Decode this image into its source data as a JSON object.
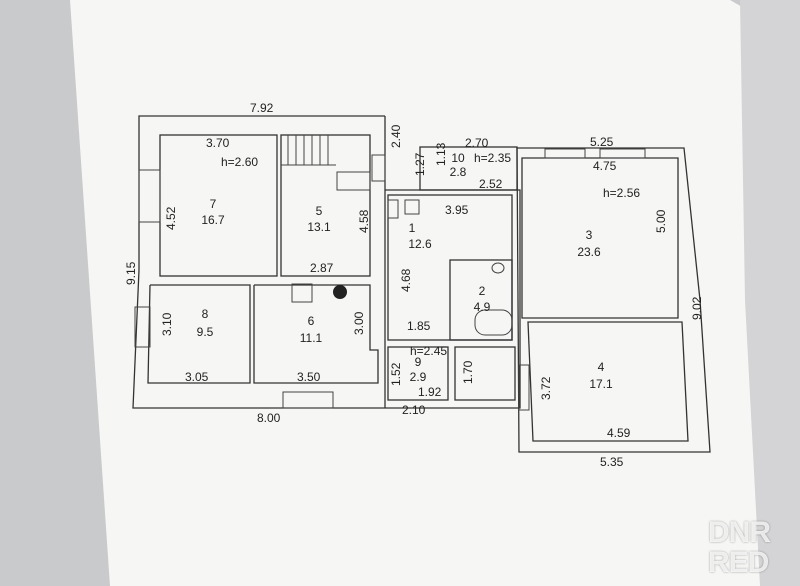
{
  "plan": {
    "rooms": [
      {
        "number": "1",
        "area": "12.6"
      },
      {
        "number": "2",
        "area": "4.9"
      },
      {
        "number": "3",
        "area": "23.6"
      },
      {
        "number": "4",
        "area": "17.1"
      },
      {
        "number": "5",
        "area": "13.1"
      },
      {
        "number": "6",
        "area": "11.1"
      },
      {
        "number": "7",
        "area": "16.7"
      },
      {
        "number": "8",
        "area": "9.5"
      },
      {
        "number": "9",
        "area": "2.9"
      },
      {
        "number": "10",
        "area": "2.8"
      }
    ],
    "heights": {
      "main": "h=2.60",
      "room3": "h=2.56",
      "room10": "h=2.35",
      "room9": "h=2.45"
    },
    "dimensions": {
      "top_left": "7.92",
      "room7_top": "3.70",
      "room7_side": "4.52",
      "left_total": "9.15",
      "room5_side": "4.58",
      "room5_bottom": "2.87",
      "stair": "2.40",
      "room8_side": "3.10",
      "room8_bottom": "3.05",
      "room6_bottom": "3.50",
      "room6_side": "3.00",
      "bottom_left": "8.00",
      "room10_top": "2.70",
      "room10_outer": "1.27",
      "room10_side": "1.13",
      "room10_bottom": "2.52",
      "room1_top": "3.95",
      "room1_side": "4.68",
      "room1_bottom": "1.85",
      "room9_side": "1.52",
      "room9_bottom": "1.92",
      "landing_side": "1.70",
      "bottom_mid": "2.10",
      "room3_outer": "5.25",
      "room3_top": "4.75",
      "room3_side": "5.00",
      "right_total": "9.02",
      "room4_side": "3.72",
      "room4_bottom": "4.59",
      "bottom_right": "5.35"
    },
    "watermark": [
      "DNR",
      "RED"
    ]
  }
}
